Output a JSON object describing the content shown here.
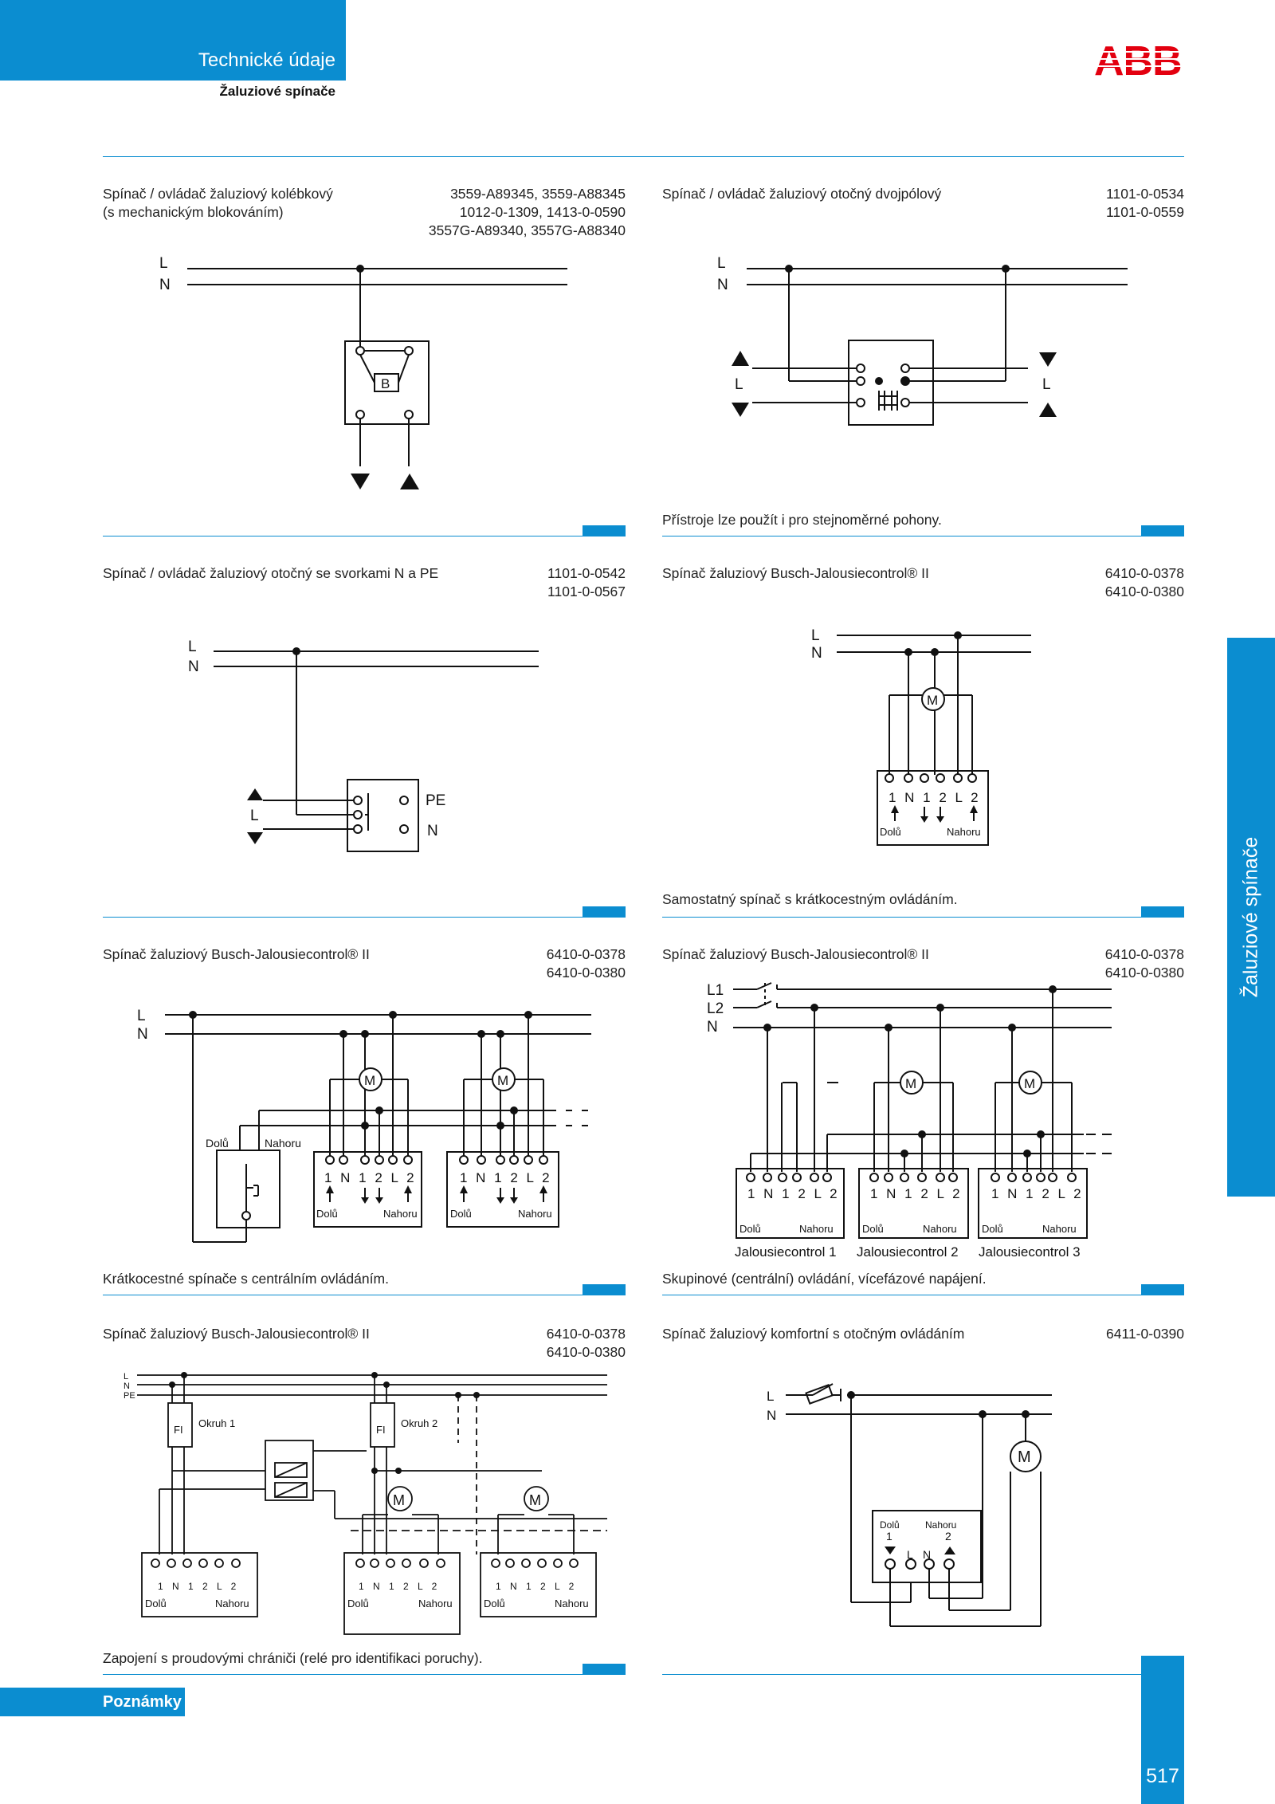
{
  "header": {
    "title": "Technické údaje",
    "subtitle": "Žaluziové spínače",
    "logo": "ABB",
    "accent_color": "#0b8dd0",
    "logo_color": "#e3000f"
  },
  "side_tab": {
    "label": "Žaluziové spínače"
  },
  "footer": {
    "notes_label": "Poznámky",
    "page_number": "517"
  },
  "sections": [
    {
      "title": "Spínač / ovládač žaluziový kolébkový\n(s mechanickým blokováním)",
      "codes": "3559-A89345, 3559-A88345\n1012-0-1309, 1413-0-0590\n3557G-A89340, 3557G-A88340",
      "note": ""
    },
    {
      "title": "Spínač / ovládač žaluziový otočný dvojpólový",
      "codes": "1101-0-0534\n1101-0-0559",
      "note": "Přístroje lze použít i pro stejnoměrné pohony."
    },
    {
      "title": "Spínač / ovládač žaluziový otočný se svorkami N a PE",
      "codes": "1101-0-0542\n1101-0-0567",
      "note": ""
    },
    {
      "title": "Spínač žaluziový Busch-Jalousiecontrol® II",
      "codes": "6410-0-0378\n6410-0-0380",
      "note": "Samostatný spínač s krátkocestným ovládáním."
    },
    {
      "title": "Spínač žaluziový Busch-Jalousiecontrol® II",
      "codes": "6410-0-0378\n6410-0-0380",
      "note": "Krátkocestné spínače s centrálním ovládáním."
    },
    {
      "title": "Spínač žaluziový Busch-Jalousiecontrol® II",
      "codes": "6410-0-0378\n6410-0-0380",
      "note": "Skupinové (centrální) ovládání, vícefázové napájení."
    },
    {
      "title": "Spínač žaluziový Busch-Jalousiecontrol® II",
      "codes": "6410-0-0378\n6410-0-0380",
      "note": "Zapojení s proudovými chrániči (relé pro identifikaci poruchy)."
    },
    {
      "title": "Spínač žaluziový komfortní s otočným ovládáním",
      "codes": "6411-0-0390",
      "note": ""
    }
  ],
  "labels": {
    "L": "L",
    "N": "N",
    "PE": "PE",
    "L1": "L1",
    "L2": "L2",
    "M": "M",
    "B": "B",
    "FI": "FI",
    "terminals": "1 N 1 2 L 2",
    "dolu": "Dolů",
    "nahoru": "Nahoru",
    "jc1": "Jalousiecontrol 1",
    "jc2": "Jalousiecontrol 2",
    "jc3": "Jalousiecontrol 3",
    "okruh1": "Okruh 1",
    "okruh2": "Okruh 2",
    "one": "1",
    "two": "2"
  }
}
